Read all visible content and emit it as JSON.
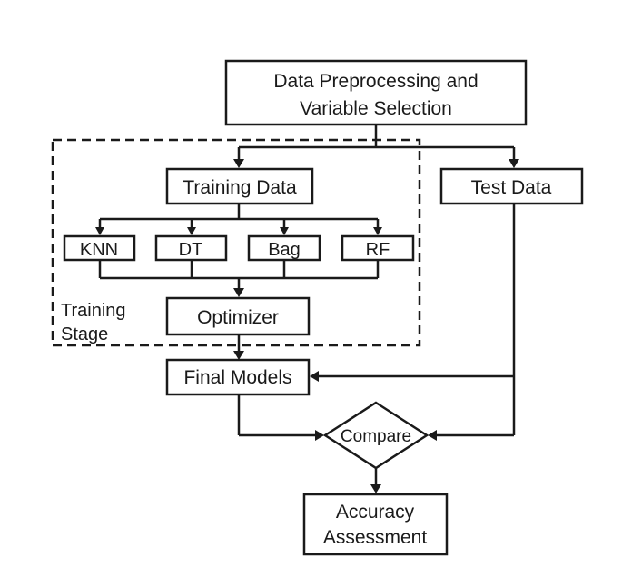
{
  "nodes": {
    "preprocess": [
      "Data Preprocessing and",
      "Variable Selection"
    ],
    "training_data": "Training Data",
    "test_data": "Test Data",
    "knn": "KNN",
    "dt": "DT",
    "bag": "Bag",
    "rf": "RF",
    "optimizer": "Optimizer",
    "final_models": "Final Models",
    "compare": "Compare",
    "accuracy": [
      "Accuracy",
      "Assessment"
    ]
  },
  "training_stage_label": [
    "Training",
    "Stage"
  ],
  "colors": {
    "ink": "#1a1a1a",
    "background": "#ffffff"
  }
}
